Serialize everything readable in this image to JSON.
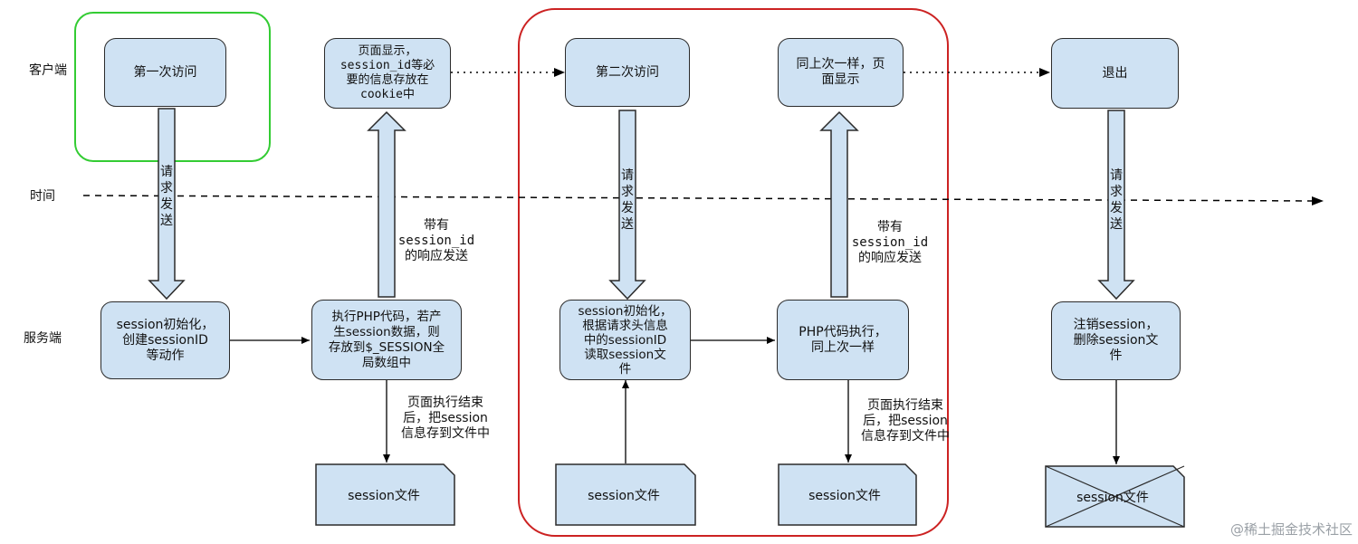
{
  "lanes": {
    "client": "客户端",
    "time": "时间",
    "server": "服务端"
  },
  "client": {
    "first_visit": "第一次访问",
    "page_display": "页面显示，\nsession_id等必\n要的信息存放在\ncookie中",
    "second_visit": "第二次访问",
    "same_display": "同上次一样，页\n面显示",
    "logout": "退出"
  },
  "server": {
    "init_first": "session初始化，\n创建sessionID\n等动作",
    "exec_php": "执行PHP代码，若产\n生session数据，则\n存放到$_SESSION全\n局数组中",
    "init_second": "session初始化，\n根据请求头信息\n中的sessionID\n读取session文\n件",
    "exec_same": "PHP代码执行，\n同上次一样",
    "cleanup": "注销session，\n删除session文\n件"
  },
  "files": {
    "file1": "session文件",
    "file2": "session文件",
    "file3": "session文件",
    "file_deleted": "session文件"
  },
  "arrows": {
    "request_send": "请\n求\n发\n送",
    "response_with_id": "带有\nsession_id\n的响应发送",
    "page_end_save": "页面执行结束\n后，把session\n信息存到文件中"
  },
  "watermark": "@稀土掘金技术社区",
  "colors": {
    "box_fill": "#cfe2f3",
    "box_stroke": "#2b2b2b",
    "first_visit_highlight": "#33cc33",
    "second_visit_highlight": "#cc2222"
  }
}
